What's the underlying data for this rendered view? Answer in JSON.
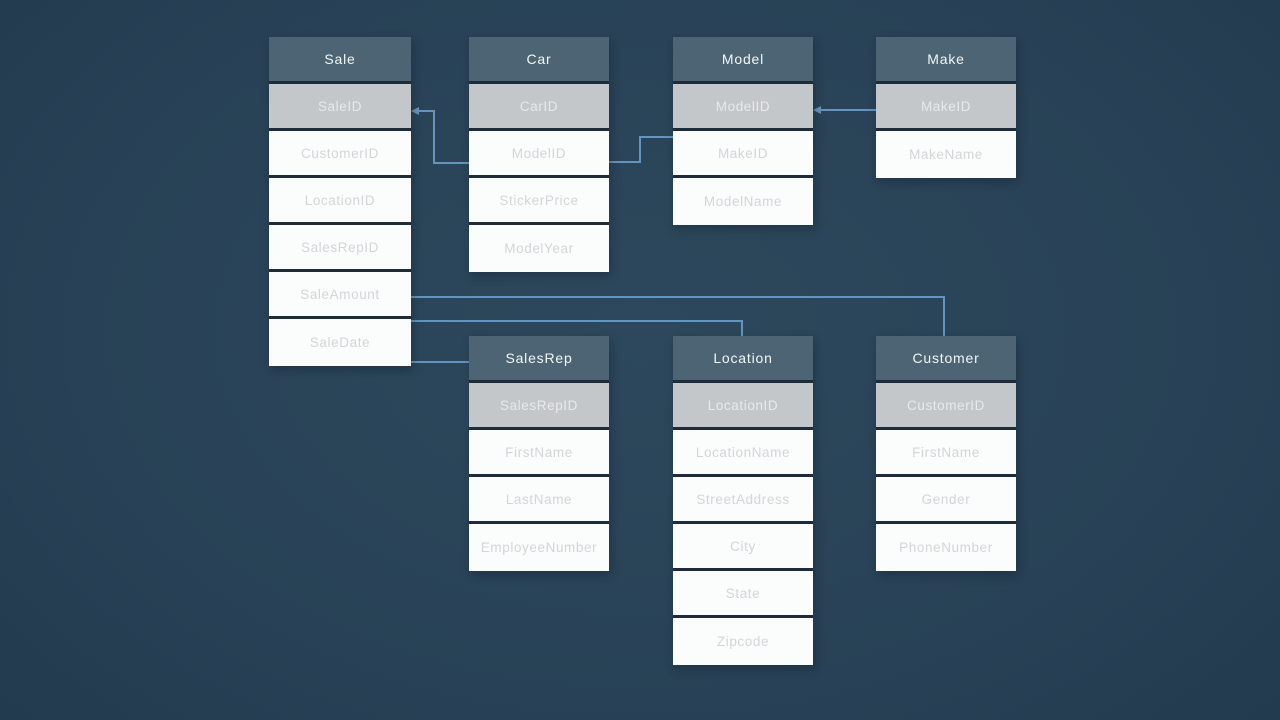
{
  "diagram": {
    "tables": [
      {
        "name": "Sale",
        "primary_key": "SaleID",
        "fields": [
          "SaleID",
          "CustomerID",
          "LocationID",
          "SalesRepID",
          "SaleAmount",
          "SaleDate"
        ]
      },
      {
        "name": "Car",
        "primary_key": "CarID",
        "fields": [
          "CarID",
          "ModelID",
          "StickerPrice",
          "ModelYear"
        ]
      },
      {
        "name": "Model",
        "primary_key": "ModelID",
        "fields": [
          "ModelID",
          "MakeID",
          "ModelName"
        ]
      },
      {
        "name": "Make",
        "primary_key": "MakeID",
        "fields": [
          "MakeID",
          "MakeName"
        ]
      },
      {
        "name": "SalesRep",
        "primary_key": "SalesRepID",
        "fields": [
          "SalesRepID",
          "FirstName",
          "LastName",
          "EmployeeNumber"
        ]
      },
      {
        "name": "Location",
        "primary_key": "LocationID",
        "fields": [
          "LocationID",
          "LocationName",
          "StreetAddress",
          "City",
          "State",
          "Zipcode"
        ]
      },
      {
        "name": "Customer",
        "primary_key": "CustomerID",
        "fields": [
          "CustomerID",
          "FirstName",
          "Gender",
          "PhoneNumber"
        ]
      }
    ],
    "connections": [
      {
        "from": "Sale.SaleID",
        "to": "Car.ModelID",
        "style": "elbow"
      },
      {
        "from": "Car.ModelID",
        "to": "Model.ModelID",
        "style": "elbow"
      },
      {
        "from": "Model.ModelID",
        "to": "Make.MakeID",
        "style": "straight"
      },
      {
        "from": "Sale.SaleAmount",
        "to": "Customer",
        "style": "elbow"
      },
      {
        "from": "Sale.SaleAmount",
        "to": "Location",
        "style": "elbow"
      },
      {
        "from": "Sale.SaleDate",
        "to": "SalesRep",
        "style": "straight"
      }
    ],
    "colors": {
      "background": "#284156",
      "table_header": "#4c6473",
      "header_text": "#f3f6f7",
      "primary_key_row": "#c4c7ca",
      "primary_key_text": "#e7e9eb",
      "field_row": "#fbfcfc",
      "field_text": "#d2d6d9",
      "row_divider": "#1e2c3a",
      "connector": "#6495bf"
    }
  }
}
